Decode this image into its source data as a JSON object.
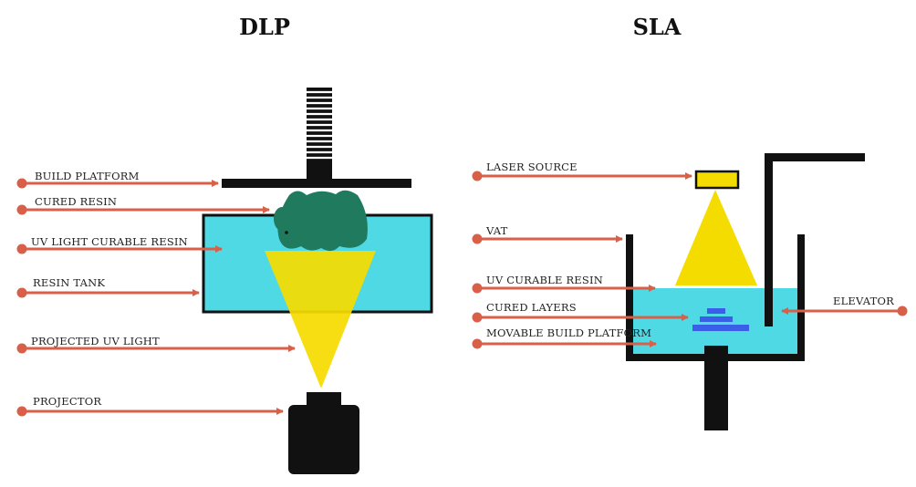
{
  "dlp": {
    "title": "DLP",
    "labels": {
      "build_platform": "BUILD PLATFORM",
      "cured_resin": "CURED RESIN",
      "uv_light_curable_resin": "UV LIGHT CURABLE RESIN",
      "resin_tank": "RESIN TANK",
      "projected_uv_light": "PROJECTED UV LIGHT",
      "projector": "PROJECTOR"
    }
  },
  "sla": {
    "title": "SLA",
    "labels": {
      "laser_source": "LASER SOURCE",
      "vat": "VAT",
      "uv_curable_resin": "UV CURABLE RESIN",
      "cured_layers": "CURED LAYERS",
      "movable_build_platform": "MOVABLE BUILD PLATFORM",
      "elevator": "ELEVATOR"
    }
  },
  "colors": {
    "arrow": "#d85f48",
    "resin": "#4fd9e4",
    "light": "#f5dc00",
    "cured_model": "#1f7a5e",
    "cured_layers": "#3a5ee8",
    "structure": "#111111"
  }
}
